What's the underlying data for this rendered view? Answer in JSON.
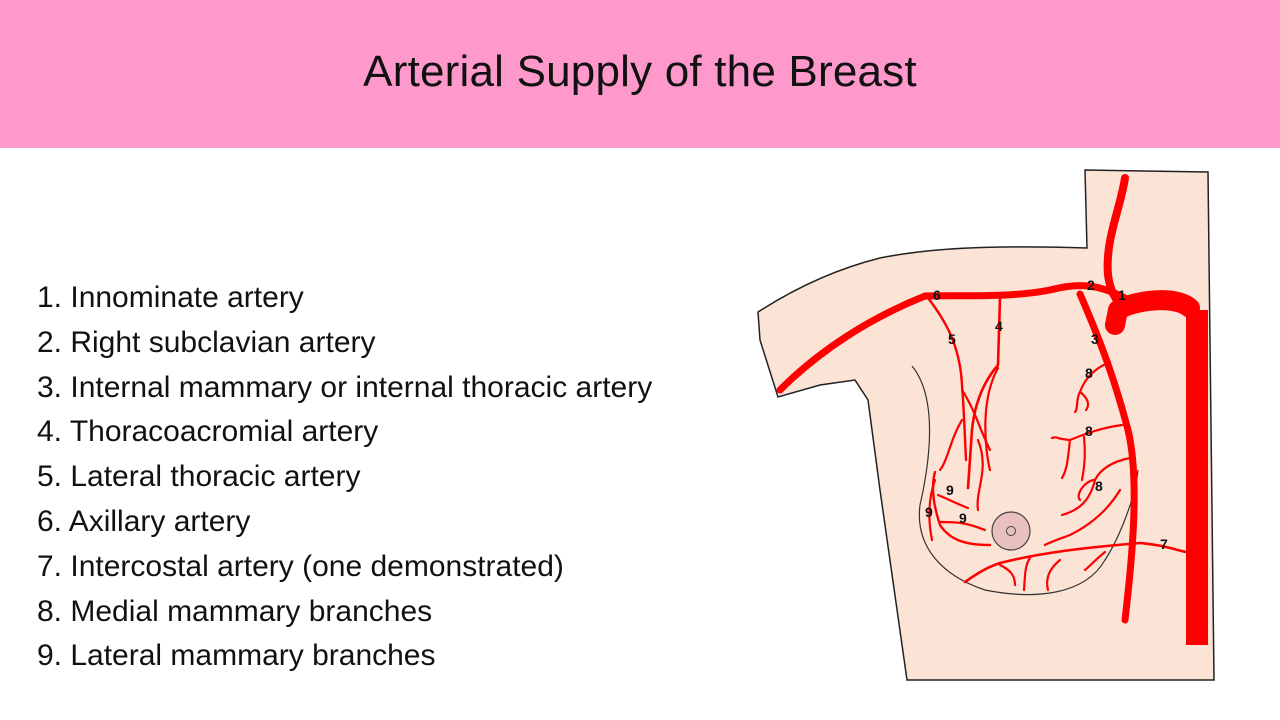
{
  "title": "Arterial Supply of the Breast",
  "colors": {
    "header_bg": "#ff99cc",
    "artery": "#ff0000",
    "skin": "#fbe3d6",
    "nipple": "#e8c0bd"
  },
  "legend": [
    "1. Innominate artery",
    "2. Right subclavian artery",
    "3. Internal mammary or internal thoracic artery",
    "4. Thoracoacromial artery",
    "5. Lateral thoracic artery",
    "6. Axillary artery",
    "7. Intercostal artery (one demonstrated)",
    "8. Medial mammary branches",
    "9. Lateral mammary branches"
  ],
  "diagram": {
    "labels": {
      "n1": "1",
      "n2": "2",
      "n3": "3",
      "n4": "4",
      "n5": "5",
      "n6": "6",
      "n7": "7",
      "n8a": "8",
      "n8b": "8",
      "n8c": "8",
      "n9a": "9",
      "n9b": "9",
      "n9c": "9"
    }
  }
}
